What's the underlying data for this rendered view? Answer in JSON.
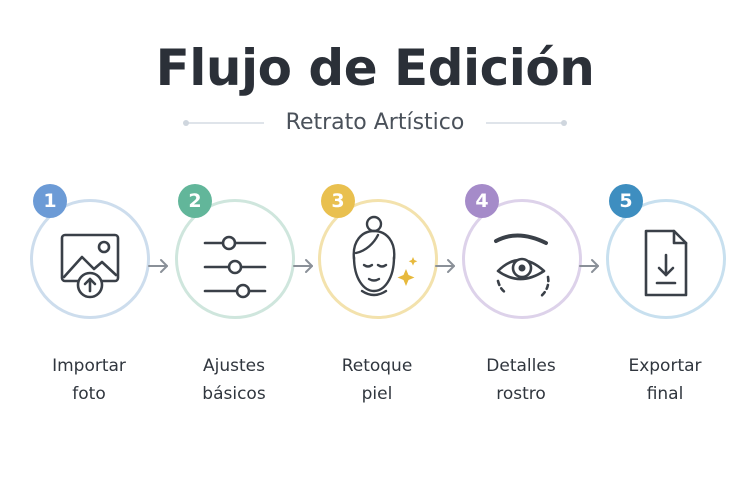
{
  "header": {
    "title": "Flujo de Edición",
    "subtitle": "Retrato Artístico"
  },
  "steps": [
    {
      "number": "1",
      "line1": "Importar",
      "line2": "foto",
      "icon": "image-upload-icon",
      "color": "#6c9bd6",
      "ring": "#cddded"
    },
    {
      "number": "2",
      "line1": "Ajustes",
      "line2": "básicos",
      "icon": "sliders-icon",
      "color": "#62b69a",
      "ring": "#cfe6dd"
    },
    {
      "number": "3",
      "line1": "Retoque",
      "line2": "piel",
      "icon": "face-sparkle-icon",
      "color": "#e9c04f",
      "ring": "#f3e2ad"
    },
    {
      "number": "4",
      "line1": "Detalles",
      "line2": "rostro",
      "icon": "eye-icon",
      "color": "#a58bc9",
      "ring": "#ddd2ea"
    },
    {
      "number": "5",
      "line1": "Exportar",
      "line2": "final",
      "icon": "file-download-icon",
      "color": "#3e8ec0",
      "ring": "#c8e0ef"
    }
  ]
}
